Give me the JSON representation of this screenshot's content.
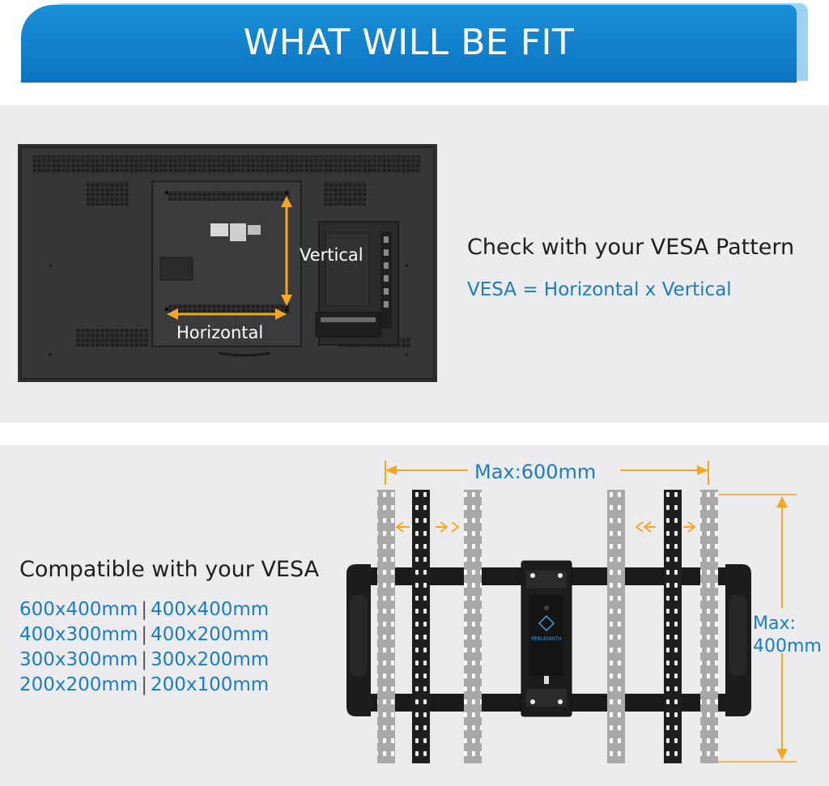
{
  "banner": {
    "title": "WHAT WILL BE FIT"
  },
  "tv_section": {
    "label_vertical": "Vertical",
    "label_horizontal": "Horizontal",
    "check_title": "Check with your VESA Pattern",
    "formula": "VESA = Horizontal x Vertical"
  },
  "bracket_section": {
    "max_width_label": "Max:600mm",
    "max_height_label_line1": "Max:",
    "max_height_label_line2": "400mm",
    "brand_mark": "PERLESMITH"
  },
  "compat": {
    "title": "Compatible with your VESA",
    "sizes": [
      {
        "a": "600x400mm",
        "b": "400x400mm"
      },
      {
        "a": "400x300mm",
        "b": "400x200mm"
      },
      {
        "a": "300x300mm",
        "b": "300x200mm"
      },
      {
        "a": "200x200mm",
        "b": "200x100mm"
      }
    ],
    "separator": "|"
  },
  "colors": {
    "banner_blue": "#0c74c2",
    "text_blue": "#1a7cc4",
    "arrow_orange": "#f5a623",
    "panel_gray": "#ececee"
  }
}
